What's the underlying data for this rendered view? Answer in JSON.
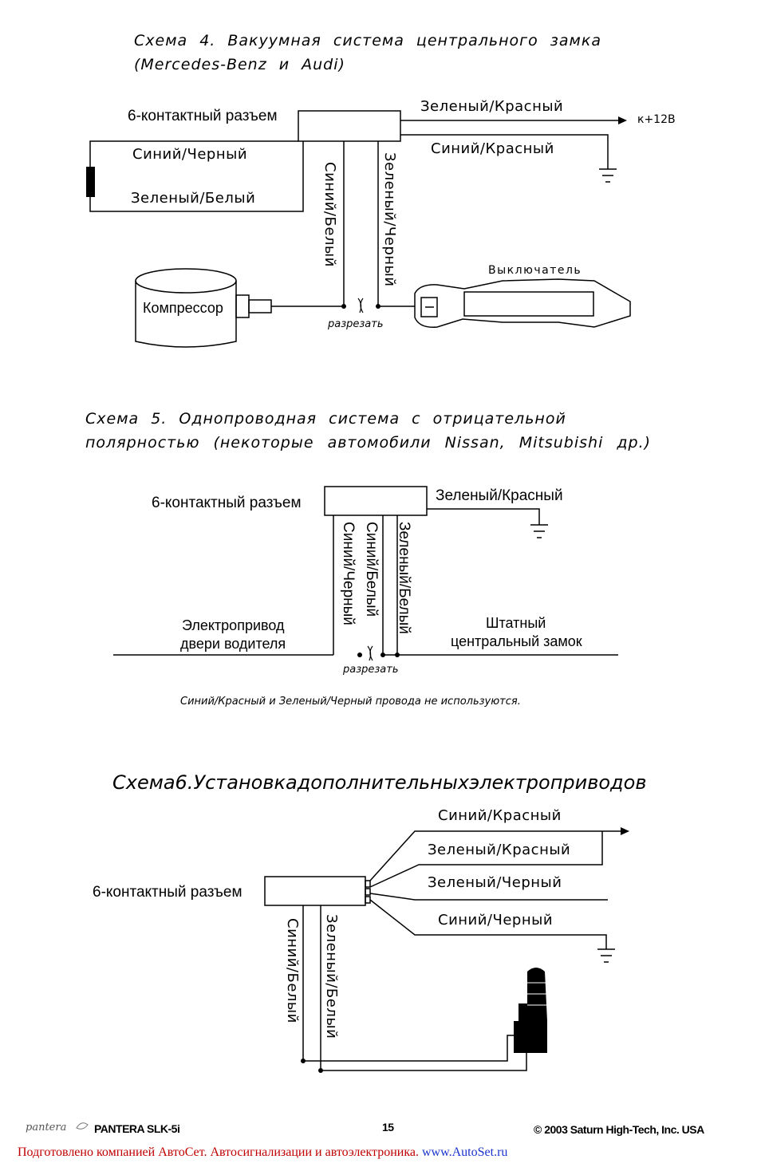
{
  "scheme4": {
    "title_line1": "Схема 4. Вакуумная система центрального замка",
    "title_line2": "(Mercedes-Benz и Audi)",
    "connector_label": "6-контактный разъем",
    "wire_green_red": "Зеленый/Красный",
    "to_plus12": "к+12В",
    "wire_blue_red": "Синий/Красный",
    "wire_blue_black": "Синий/Черный",
    "wire_green_white": "Зеленый/Белый",
    "wire_blue_white": "Синий/Белый",
    "wire_green_black": "Зеленый/Черный",
    "switch_label": "Выключатель",
    "compressor_label": "Компрессор",
    "cut_label": "разрезать"
  },
  "scheme5": {
    "title_line1": "Схема 5. Однопроводная система с отрицательной",
    "title_line2": "полярностью (некоторые автомобили Nissan, Mitsubishi др.)",
    "connector_label": "6-контактный разъем",
    "wire_green_red": "Зеленый/Красный",
    "wire_blue_black": "Синий/Черный",
    "wire_blue_white": "Синий/Белый",
    "wire_green_white": "Зеленый/Белый",
    "driver_actuator_line1": "Электропривод",
    "driver_actuator_line2": "двери водителя",
    "stock_lock_line1": "Штатный",
    "stock_lock_line2": "центральный замок",
    "cut_label": "разрезать",
    "note": "Синий/Красный и Зеленый/Черный провода не используются."
  },
  "scheme6": {
    "title": "Схема6.Установкадополнительныхэлектроприводов",
    "connector_label": "6-контактный разъем",
    "wire_blue_red": "Синий/Красный",
    "wire_green_red": "Зеленый/Красный",
    "wire_green_black": "Зеленый/Черный",
    "wire_blue_black": "Синий/Черный",
    "wire_blue_white": "Синий/Белый",
    "wire_green_white": "Зеленый/Белый"
  },
  "footer": {
    "logo_text": "pantera",
    "model": "PANTERA SLK-5i",
    "page_number": "15",
    "copyright": "© 2003 Saturn High-Tech, Inc. USA",
    "credit_text": "Подготовлено компанией АвтоСет. Автосигнализации и автоэлектроника.",
    "credit_link": "www.AutoSet.ru"
  }
}
